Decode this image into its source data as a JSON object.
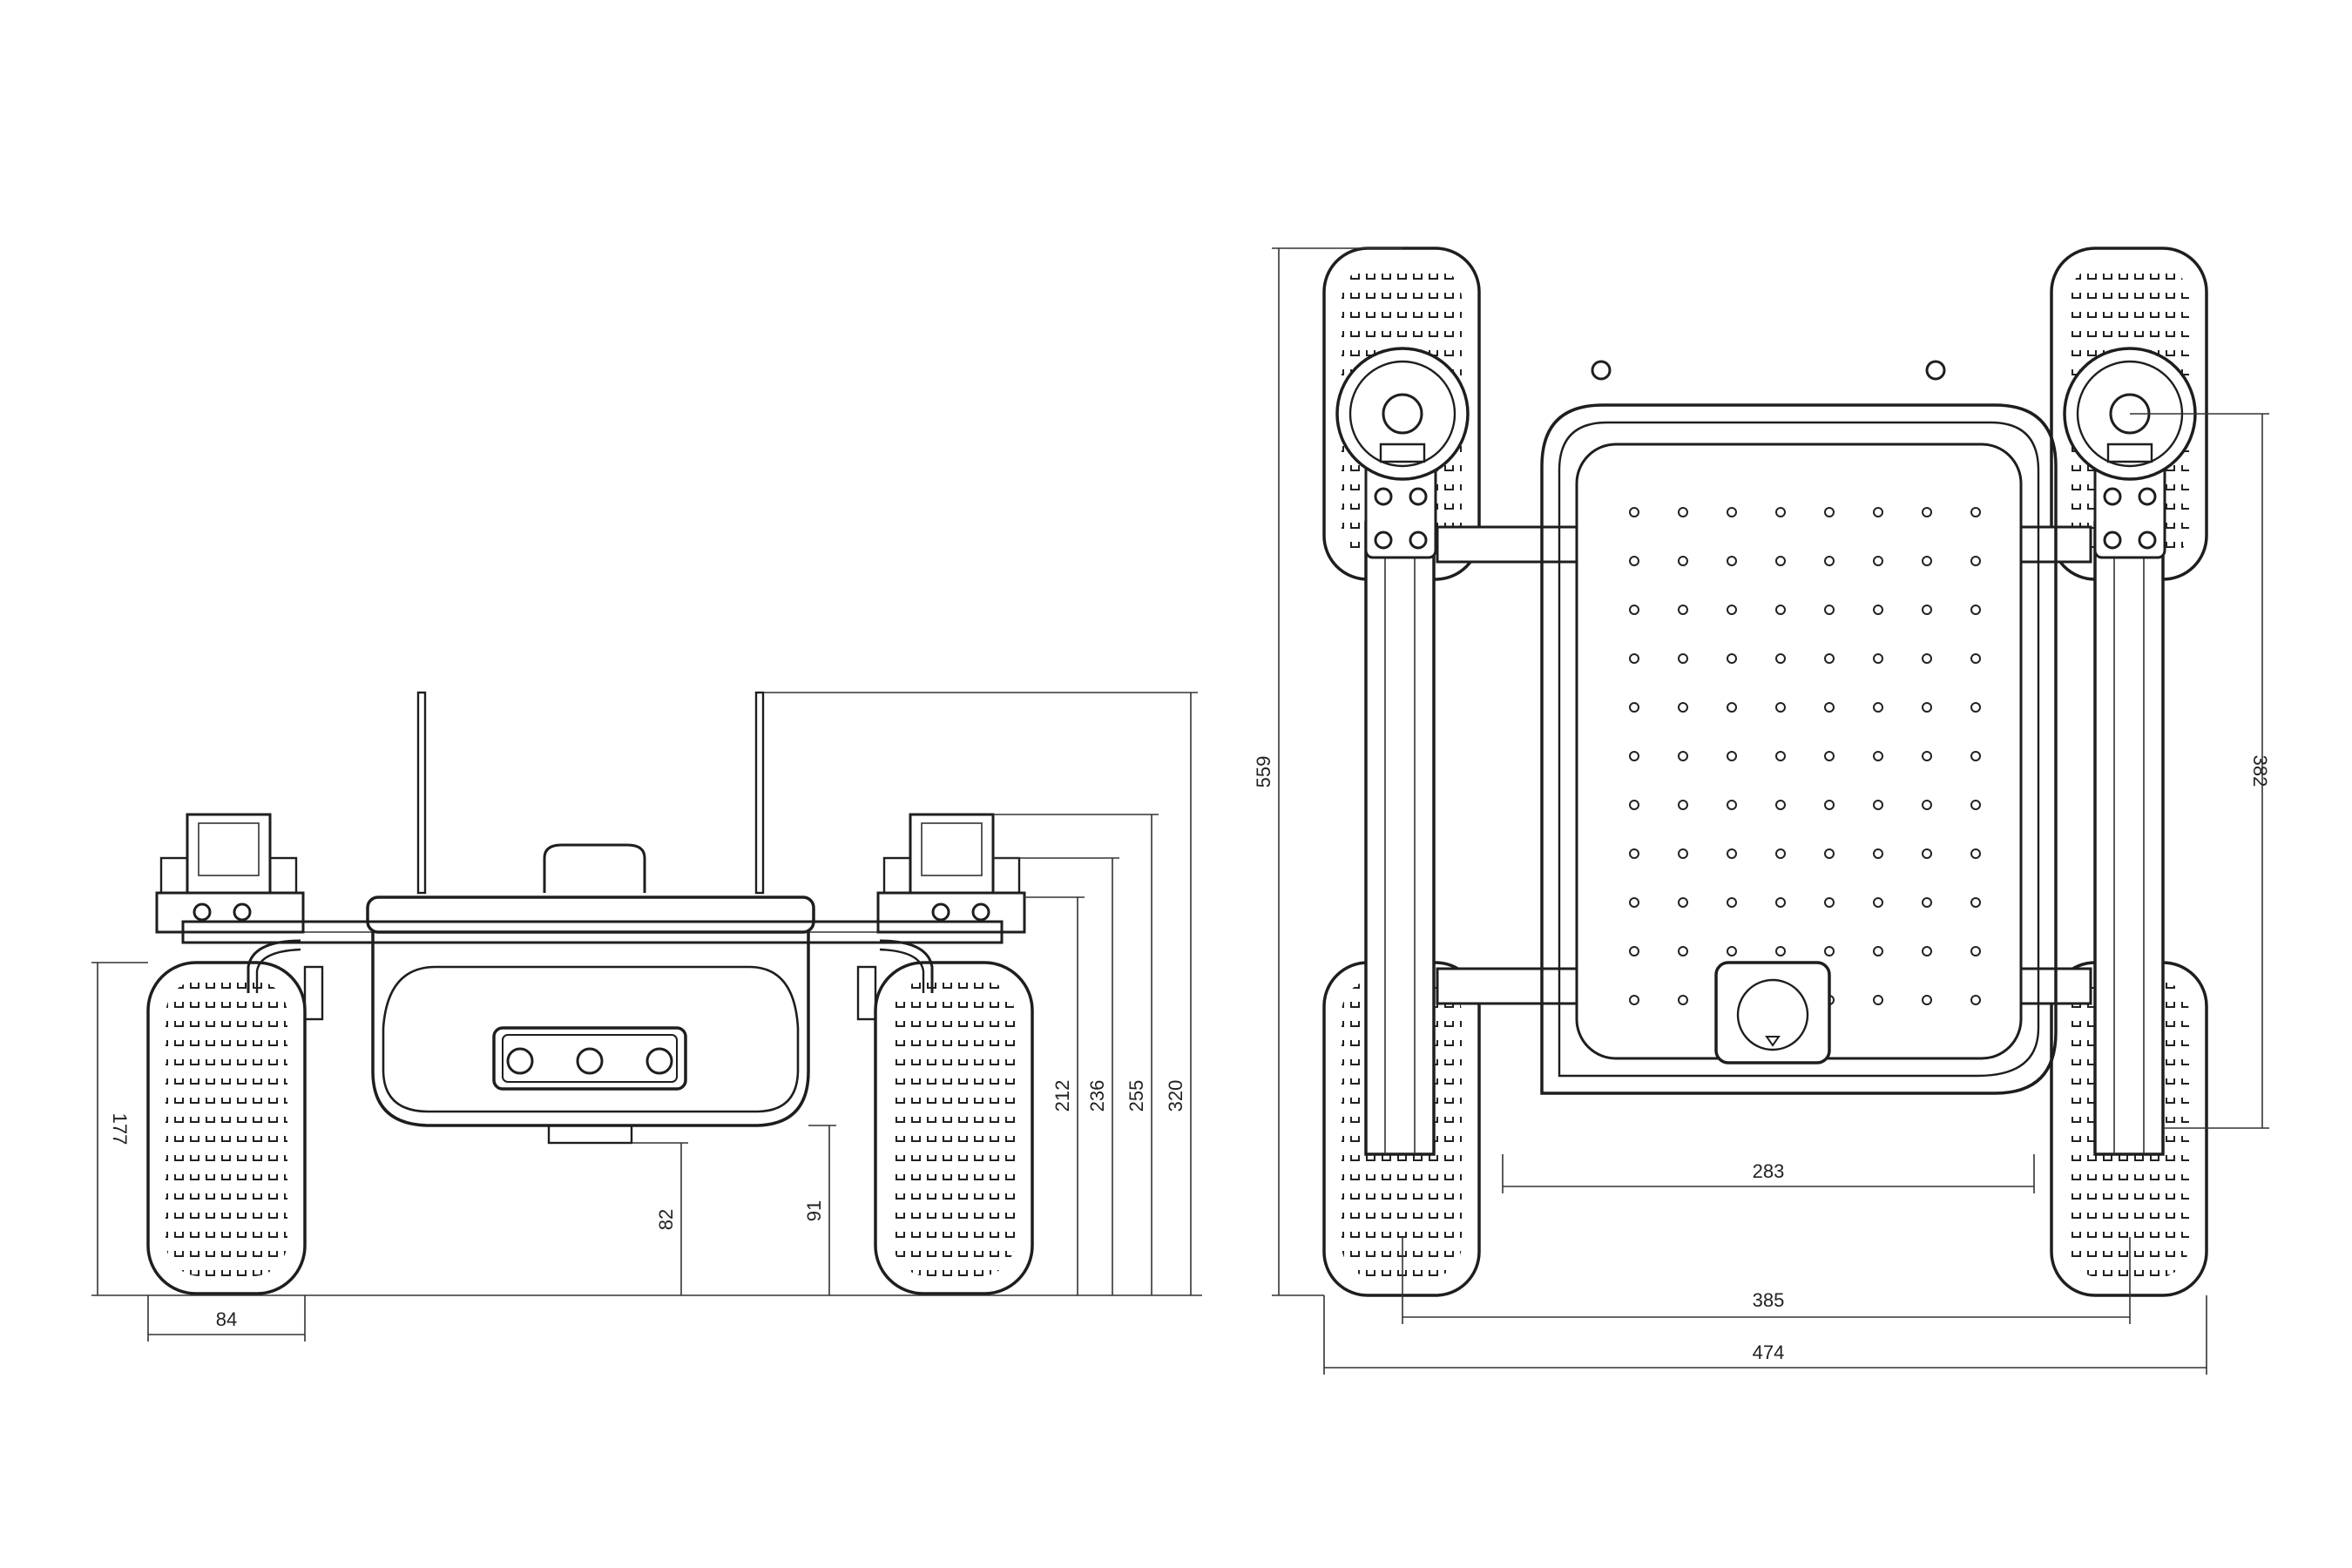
{
  "front_view": {
    "dimensions": {
      "wheel_width": "84",
      "wheel_height": "177",
      "ground_clearance_front": "82",
      "ground_clearance_body": "91",
      "frame_height": "212",
      "bracket_height": "236",
      "top_height": "255",
      "antenna_height": "320"
    }
  },
  "top_view": {
    "dimensions": {
      "overall_length": "559",
      "wheelbase": "382",
      "rail_gap": "283",
      "track_width": "385",
      "overall_width": "474"
    }
  }
}
